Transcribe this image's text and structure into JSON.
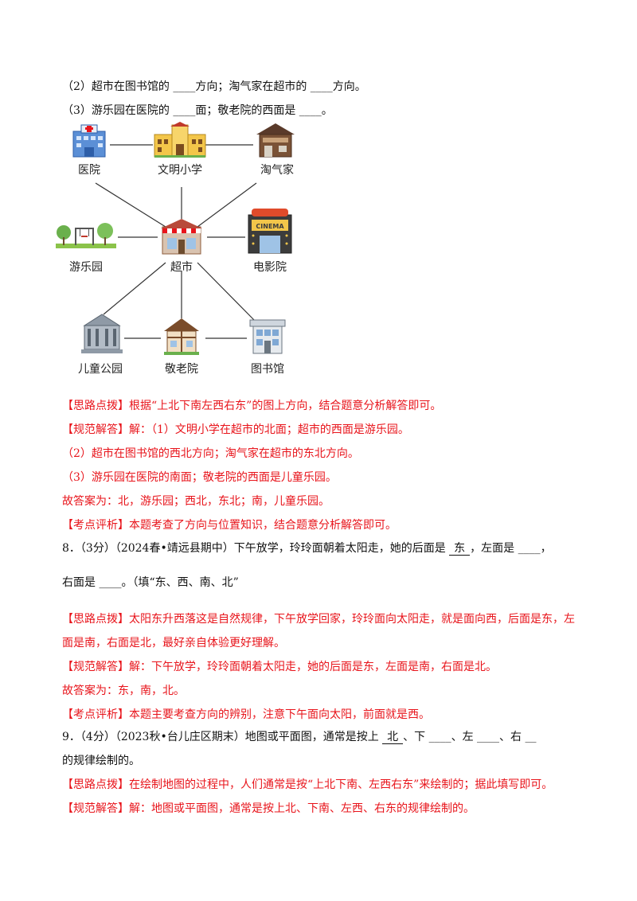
{
  "q7": {
    "part2": "（2）超市在图书馆的 ____方向；淘气家在超市的 ____方向。",
    "part3": "（3）游乐园在医院的 ____面；敬老院的西面是 ____。"
  },
  "diagram": {
    "places": {
      "hospital": "医院",
      "school": "文明小学",
      "taoqi_home": "淘气家",
      "park": "游乐园",
      "supermarket": "超市",
      "cinema": "电影院",
      "children_park": "儿童公园",
      "nursing_home": "敬老院",
      "library": "图书馆"
    },
    "cinema_sign": "CINEMA"
  },
  "analysis7": {
    "hint_tag": "【思路点拨】",
    "hint": "根据“上北下南左西右东”的图上方向，结合题意分析解答即可。",
    "solution_tag": "【规范解答】",
    "solution_1": "解：（1）文明小学在超市的北面；超市的西面是游乐园。",
    "solution_2": "（2）超市在图书馆的西北方向；淘气家在超市的东北方向。",
    "solution_3": "（3）游乐园在医院的南面；敬老院的西面是儿童乐园。",
    "answer": "故答案为：北，游乐园；西北，东北；南，儿童乐园。",
    "review_tag": "【考点评析】",
    "review": "本题考查了方向与位置知识，结合题意分析解答即可。"
  },
  "q8": {
    "stem_a": "8．（3分）（2024春•靖远县期中）下午放学，玲玲面朝着太阳走，她的后面是 ",
    "answer_back": "东",
    "stem_b": "，左面是 ____，",
    "stem_c": "右面是 ____。（填“东、西、南、北”",
    "hint_tag": "【思路点拨】",
    "hint_1": "太阳东升西落这是自然规律，下午放学回家，玲玲面向太阳走，就是面向西，后面是东，左",
    "hint_2": "面是南，右面是北，最好亲自体验更好理解。",
    "solution_tag": "【规范解答】",
    "solution": "解：下午放学，玲玲面朝着太阳走，她的后面是东，左面是南，右面是北。",
    "answer": "故答案为：东，南，北。",
    "review_tag": "【考点评析】",
    "review": "本题主要考查方向的辨别，注意下午面向太阳，前面就是西。"
  },
  "q9": {
    "stem_a": "9．（4分）（2023秋•台儿庄区期末）地图或平面图，通常是按上 ",
    "answer_up": "北",
    "stem_b": "、下 ____、左 ____、右 __",
    "stem_c": "的规律绘制的。",
    "hint_tag": "【思路点拨】",
    "hint": "在绘制地图的过程中，人们通常是按“上北下南、左西右东”来绘制的；据此填写即可。",
    "solution_tag": "【规范解答】",
    "solution": "解：地图或平面图，通常是按上北、下南、左西、右东的规律绘制的。"
  }
}
